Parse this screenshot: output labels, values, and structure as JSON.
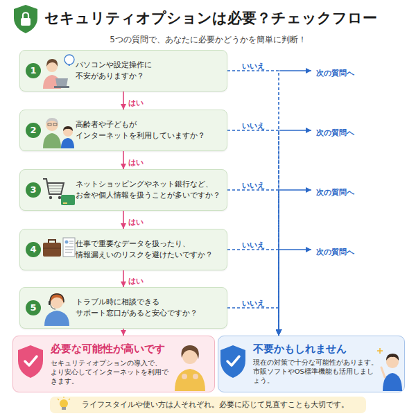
{
  "diagram": {
    "title": "セキュリティオプションは必要？チェックフロー",
    "nodes": [
      {
        "text": [
          "1",
          "パソコンや設定操作に 不安がありますか？"
        ]
      },
      {
        "text": [
          "2",
          "高齢者や子どもが インターネットを利用していますか？"
        ]
      },
      {
        "text": [
          "3",
          "ネットショッピングやネット銀行など、 お金や個人情報を扱うことが多いですか？"
        ]
      },
      {
        "text": [
          "4",
          "仕事で重要なデータを扱ったり、 情報漏えいのリスクを避けたいですか？"
        ]
      },
      {
        "text": [
          "5",
          "トラブル時に相談できる サポート窓口があると安心ですか？"
        ]
      },
      {
        "text": [
          "必要な可能性が高いです",
          "セキュリティオプションの導入で、 より安心してインターネットを利用できます。"
        ]
      },
      {
        "text": [
          "不要かもしれません",
          "現在の対策で十分な可能性があります。 市販ソフトやOS標準機能も活用しましょう。"
        ]
      },
      {
        "text": [
          "ライフスタイルや使い方は人それぞれ。必要に応じて見直すことも大切です。"
        ]
      }
    ],
    "edges": [
      {
        "from": 0,
        "to": 1,
        "label": "はい",
        "arrow": "to"
      },
      {
        "from": 1,
        "to": 2,
        "label": "はい",
        "arrow": "to"
      },
      {
        "from": 2,
        "to": 3,
        "label": "はい",
        "arrow": "to"
      },
      {
        "from": 3,
        "to": 4,
        "label": "はい",
        "arrow": "to"
      },
      {
        "from": 4,
        "to": 5,
        "arrow": "to"
      },
      {
        "from": 0,
        "to": 6,
        "label": "いいえ",
        "arrow": "to"
      },
      {
        "from": 1,
        "to": 6,
        "label": "いいえ",
        "arrow": "to"
      },
      {
        "from": 2,
        "to": 6,
        "label": "いいえ",
        "arrow": "to"
      },
      {
        "from": 3,
        "to": 6,
        "label": "いいえ",
        "arrow": "to"
      },
      {
        "from": 4,
        "to": 6,
        "label": "いいえ",
        "arrow": "to"
      }
    ],
    "labels": [
      "5つの質問で、あなたに必要かどうかを簡単に判断！",
      "次の質問へ",
      "次の質問へ",
      "次の質問へ",
      "次の質問へ",
      "?",
      "BANK"
    ]
  }
}
